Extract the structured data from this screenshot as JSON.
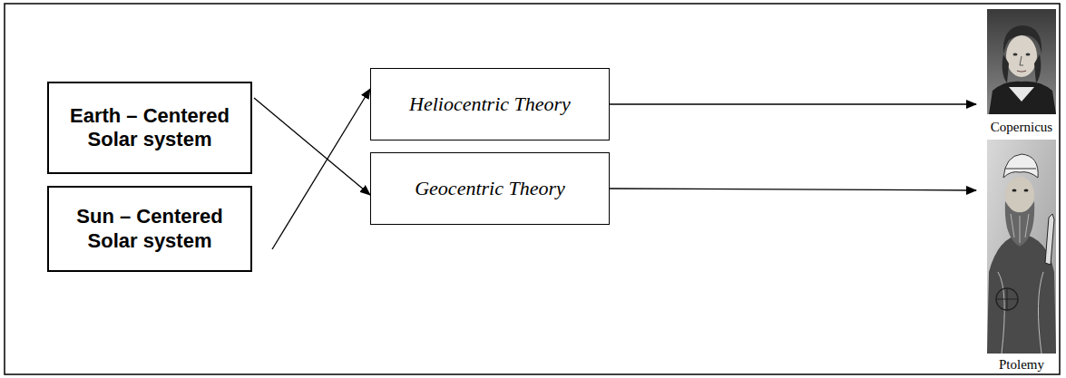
{
  "diagram": {
    "nodes": [
      {
        "text": [
          "Earth – Centered Solar system"
        ]
      },
      {
        "text": [
          "Sun – Centered Solar system"
        ]
      },
      {
        "text": [
          "Heliocentric Theory"
        ]
      },
      {
        "text": [
          "Geocentric Theory"
        ]
      },
      {
        "text": [
          "Copernicus"
        ]
      },
      {
        "text": [
          "Ptolemy"
        ]
      }
    ],
    "edges": [
      {
        "from": 0,
        "to": 3,
        "arrow": "to"
      },
      {
        "from": 1,
        "to": 2,
        "arrow": "to"
      },
      {
        "from": 2,
        "to": 4,
        "arrow": "to"
      },
      {
        "from": 3,
        "to": 5,
        "arrow": "to"
      }
    ]
  }
}
